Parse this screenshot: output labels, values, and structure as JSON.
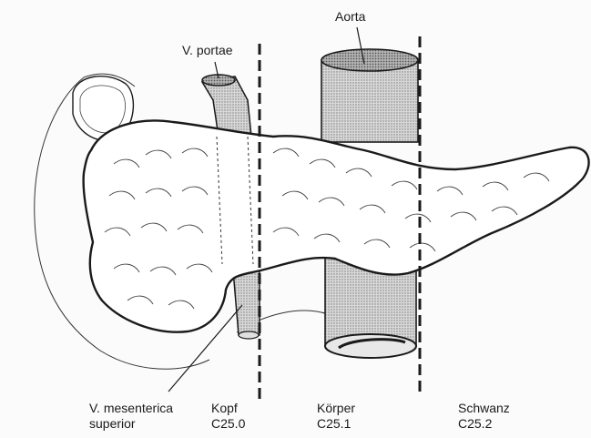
{
  "labels": {
    "aorta": "Aorta",
    "v_portae": "V. portae",
    "v_mesenterica_line1": "V. mesenterica",
    "v_mesenterica_line2": "superior"
  },
  "regions": [
    {
      "name": "Kopf",
      "code": "C25.0"
    },
    {
      "name": "Körper",
      "code": "C25.1"
    },
    {
      "name": "Schwanz",
      "code": "C25.2"
    }
  ],
  "colors": {
    "outline": "#1a1a1a",
    "pancreas_fill": "#ffffff",
    "vessel_fill": "#cfcfcf",
    "vessel_dark": "#9a9a9a"
  }
}
